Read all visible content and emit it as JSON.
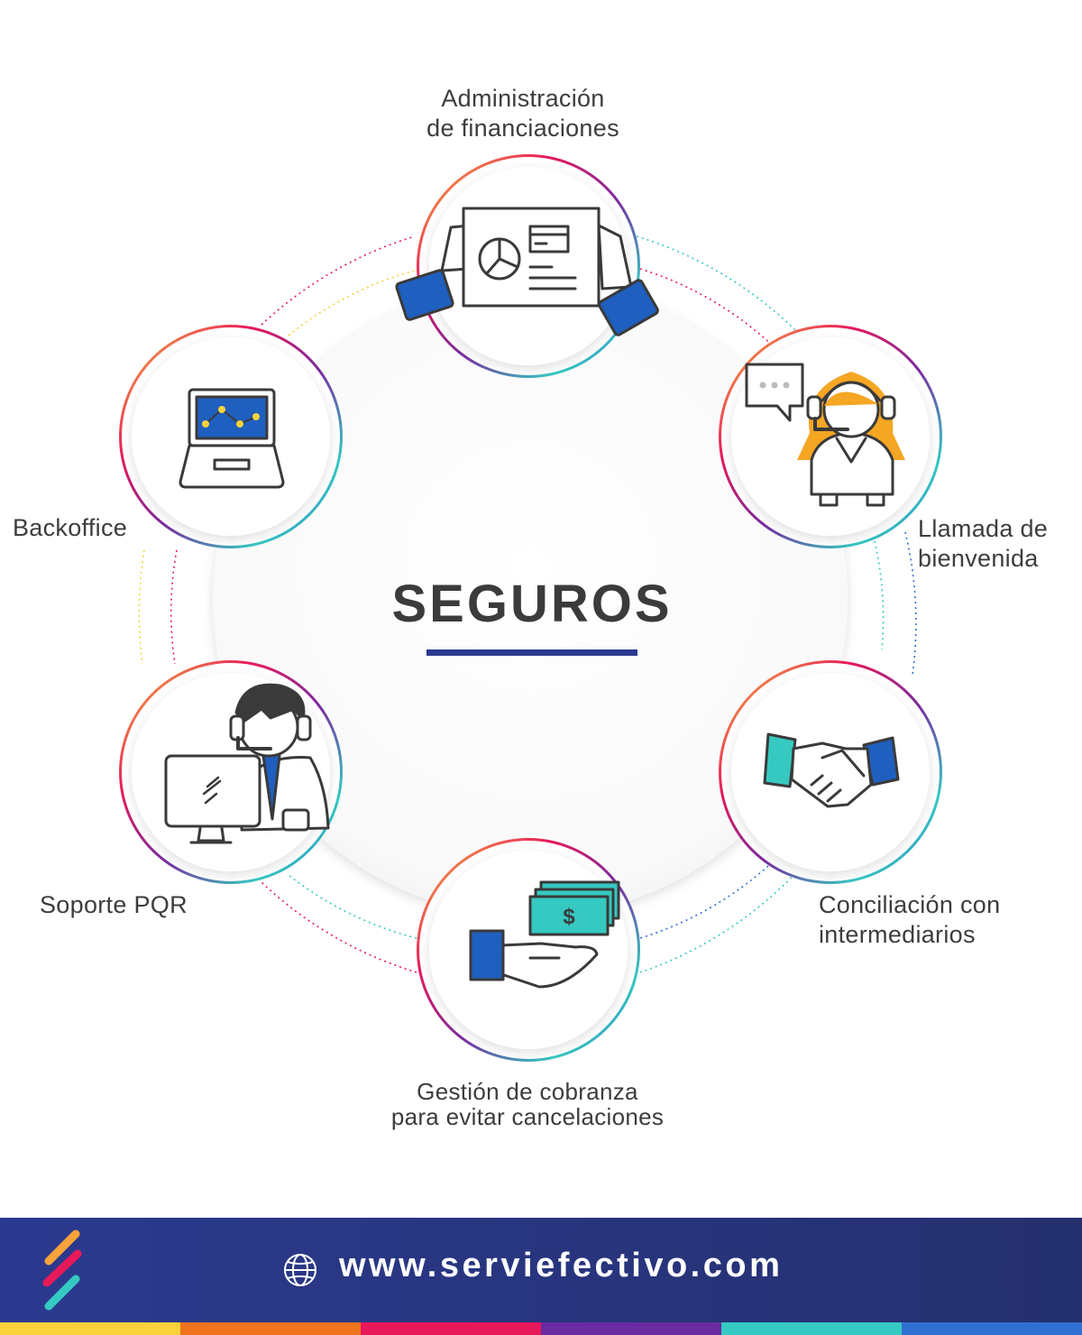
{
  "title": "SEGUROS",
  "items": [
    {
      "lines": [
        "Administración",
        "de financiaciones"
      ],
      "icon": "document-hands-icon"
    },
    {
      "lines": [
        "Llamada de",
        "bienvenida"
      ],
      "icon": "call-agent-icon"
    },
    {
      "lines": [
        "Conciliación con",
        "intermediarios"
      ],
      "icon": "handshake-icon"
    },
    {
      "lines": [
        "Gestión de cobranza",
        "para evitar cancelaciones"
      ],
      "icon": "money-hand-icon"
    },
    {
      "lines": [
        "Soporte PQR"
      ],
      "icon": "support-agent-icon"
    },
    {
      "lines": [
        "Backoffice"
      ],
      "icon": "laptop-chart-icon"
    }
  ],
  "footer": {
    "url": "www.serviefectivo.com",
    "logo": "serviefectivo-logo",
    "globe": "globe-icon"
  },
  "colors": {
    "navy": "#2b3a8f",
    "blue": "#1f5fbf",
    "teal": "#35c9c1",
    "orange": "#f5a623",
    "stripe": [
      "#f7d23a",
      "#f0731e",
      "#e8195a",
      "#6a2aa0",
      "#35c9c1",
      "#2f6fd1"
    ]
  }
}
